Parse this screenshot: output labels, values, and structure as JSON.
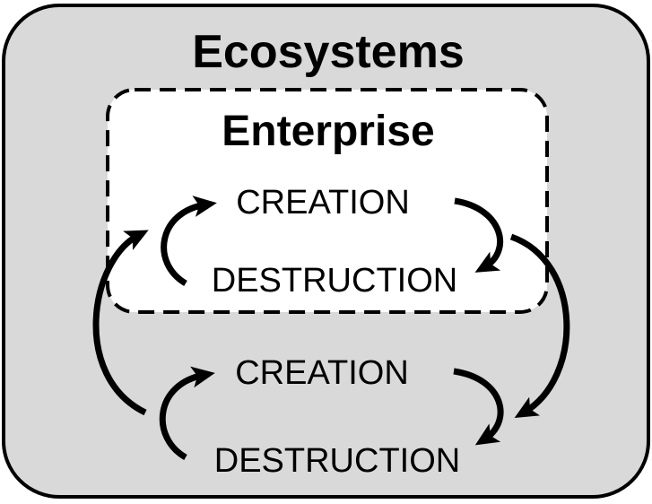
{
  "outer": {
    "title": "Ecosystems"
  },
  "inner": {
    "title": "Enterprise",
    "cycle": {
      "creation": "CREATION",
      "destruction": "DESTRUCTION"
    }
  },
  "lower_cycle": {
    "creation": "CREATION",
    "destruction": "DESTRUCTION"
  },
  "colors": {
    "outer_fill": "#d9d9d9",
    "inner_fill": "#ffffff",
    "stroke": "#000000"
  }
}
